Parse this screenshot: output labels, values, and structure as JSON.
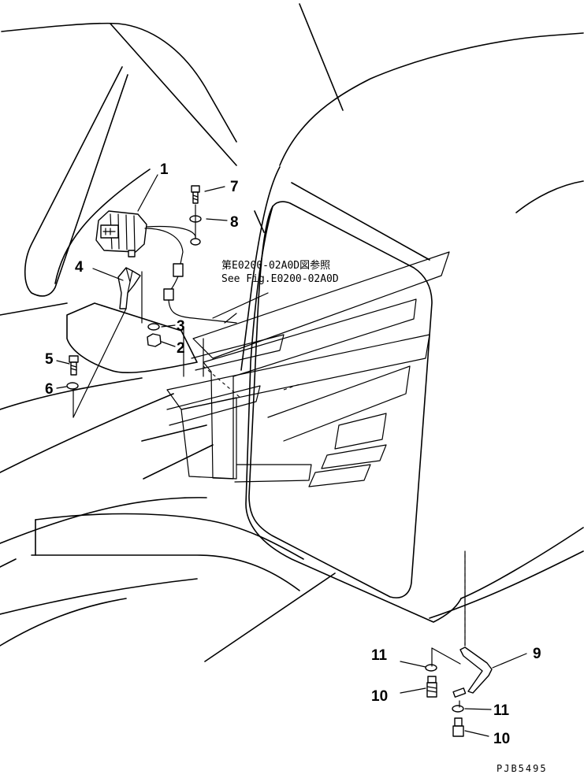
{
  "diagram": {
    "reference_jp": "第E0200-02A0D図参照",
    "reference_en": "See Fig.E0200-02A0D",
    "drawing_code": "PJB5495",
    "callouts": [
      {
        "id": "c1",
        "label": "1"
      },
      {
        "id": "c2",
        "label": "2"
      },
      {
        "id": "c3",
        "label": "3"
      },
      {
        "id": "c4",
        "label": "4"
      },
      {
        "id": "c5",
        "label": "5"
      },
      {
        "id": "c6",
        "label": "6"
      },
      {
        "id": "c7",
        "label": "7"
      },
      {
        "id": "c8",
        "label": "8"
      },
      {
        "id": "c9",
        "label": "9"
      },
      {
        "id": "c10a",
        "label": "10"
      },
      {
        "id": "c10b",
        "label": "10"
      },
      {
        "id": "c11a",
        "label": "11"
      },
      {
        "id": "c11b",
        "label": "11"
      }
    ]
  }
}
